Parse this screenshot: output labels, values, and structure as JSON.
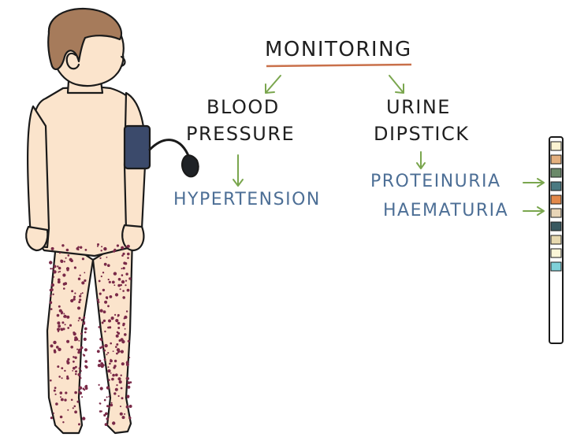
{
  "heading": "MONITORING",
  "branches": [
    {
      "title_line1": "BLOOD",
      "title_line2": "PRESSURE",
      "findings": [
        "HYPERTENSION"
      ]
    },
    {
      "title_line1": "URINE",
      "title_line2": "DIPSTICK",
      "findings": [
        "PROTEINURIA",
        "HAEMATURIA"
      ]
    }
  ],
  "colors": {
    "skin": "#fbe4cc",
    "hair": "#a67b5b",
    "cuff": "#3b4a6b",
    "outline": "#1a1a1a",
    "rash": "#7a2a48",
    "heading_underline": "#c9704a",
    "arrow_green": "#7aa64e",
    "finding_text": "#4d6f96"
  },
  "dipstick_pads": [
    "#fbf3d2",
    "#e4b07f",
    "#6b8a6a",
    "#4a7a82",
    "#e3894b",
    "#e8d5b7",
    "#385960",
    "#e7d9b0",
    "#fcf6d8",
    "#7fd1d9"
  ]
}
